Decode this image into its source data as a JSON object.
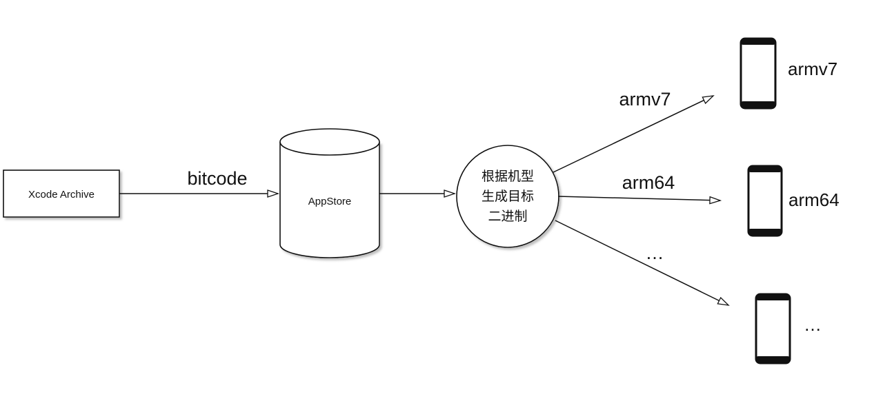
{
  "nodes": {
    "xcode_archive": {
      "label": "Xcode Archive"
    },
    "appstore": {
      "label": "AppStore"
    },
    "generator": {
      "lines": [
        "根据机型",
        "生成目标",
        "二进制"
      ]
    }
  },
  "edges": {
    "bitcode": {
      "label": "bitcode"
    },
    "armv7": {
      "label": "armv7"
    },
    "arm64": {
      "label": "arm64"
    },
    "other": {
      "label": "…"
    }
  },
  "devices": [
    {
      "label": "armv7"
    },
    {
      "label": "arm64"
    },
    {
      "label": "…"
    }
  ],
  "colors": {
    "stroke": "#111111",
    "shadow": "#b8b8b8",
    "fill": "#ffffff"
  }
}
